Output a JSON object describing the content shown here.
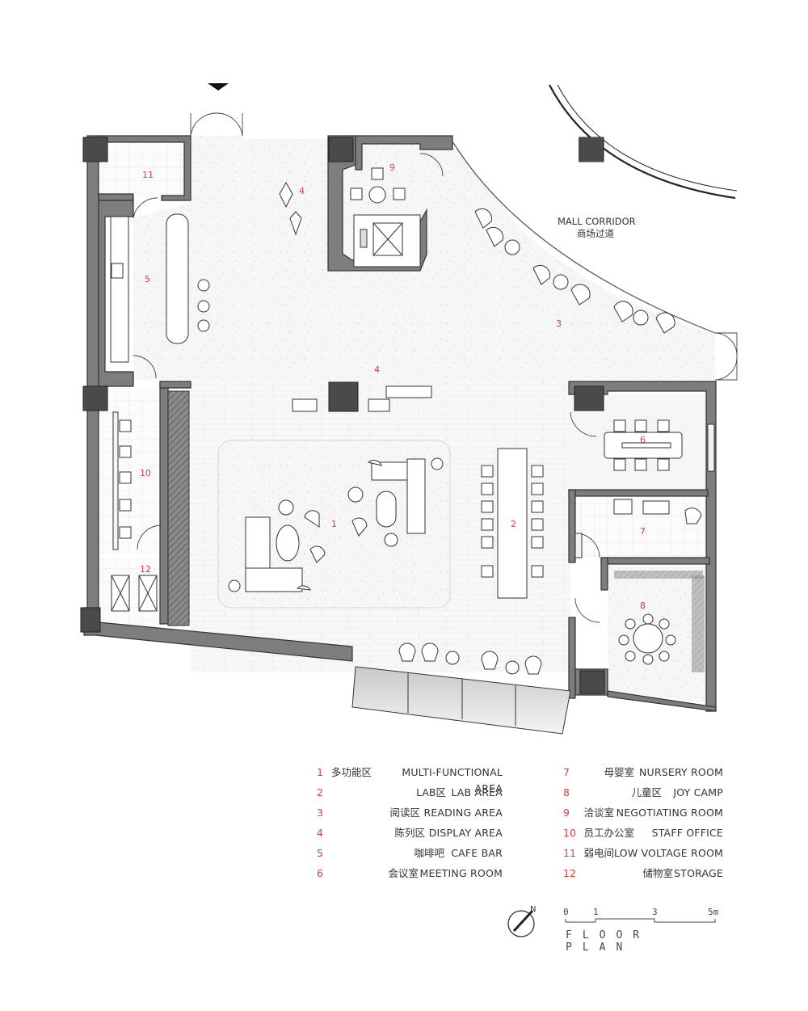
{
  "labels": {
    "corridor_en": "MALL CORRIDOR",
    "corridor_cn": "商场过道",
    "rooms": [
      "1",
      "2",
      "3",
      "4",
      "4",
      "5",
      "6",
      "7",
      "8",
      "9",
      "10",
      "11",
      "12"
    ],
    "north": "N",
    "scale": [
      "0",
      "1",
      "3",
      "5m"
    ],
    "plan_title": "FLOOR PLAN"
  },
  "legend": [
    {
      "num": "1",
      "cn": "多功能区",
      "en": "MULTI-FUNCTIONAL AREA"
    },
    {
      "num": "2",
      "cn": "LAB区",
      "en": "LAB AREA"
    },
    {
      "num": "3",
      "cn": "阅读区",
      "en": "READING AREA"
    },
    {
      "num": "4",
      "cn": "陈列区",
      "en": "DISPLAY AREA"
    },
    {
      "num": "5",
      "cn": "咖啡吧",
      "en": "CAFE BAR"
    },
    {
      "num": "6",
      "cn": "会议室",
      "en": "MEETING ROOM"
    },
    {
      "num": "7",
      "cn": "母婴室",
      "en": "NURSERY ROOM"
    },
    {
      "num": "8",
      "cn": "儿童区",
      "en": "JOY CAMP"
    },
    {
      "num": "9",
      "cn": "洽谈室",
      "en": "NEGOTIATING ROOM"
    },
    {
      "num": "10",
      "cn": "员工办公室",
      "en": "STAFF OFFICE"
    },
    {
      "num": "11",
      "cn": "弱电间",
      "en": "LOW VOLTAGE ROOM"
    },
    {
      "num": "12",
      "cn": "储物室",
      "en": "STORAGE"
    }
  ],
  "colors": {
    "wall": "#7d7d7d",
    "column": "#4a4a4a",
    "accent": "#e03a3a",
    "floor": "#f3f3f3"
  }
}
